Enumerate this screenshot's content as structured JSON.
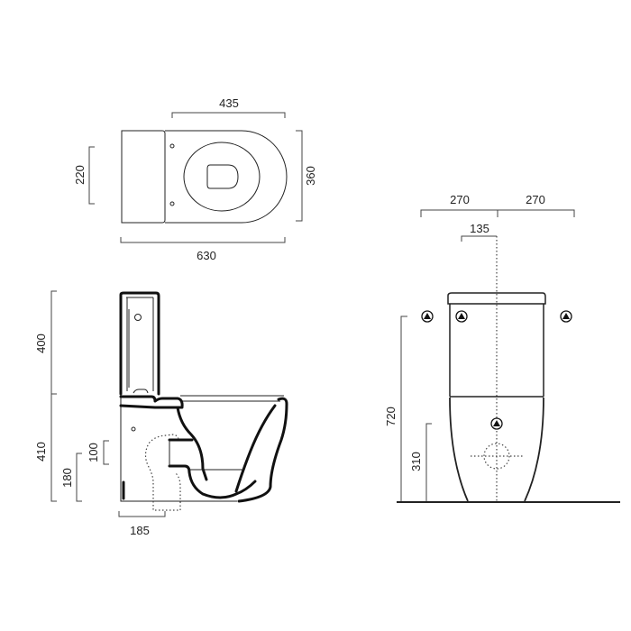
{
  "top_view": {
    "dims": {
      "seat_length": "435",
      "cistern_width": "220",
      "bowl_width": "360",
      "overall_length": "630"
    }
  },
  "side_view": {
    "dims": {
      "cistern_height": "400",
      "bowl_height": "410",
      "outlet_height": "100",
      "outlet_from_floor": "180",
      "outlet_from_wall": "185"
    }
  },
  "front_view": {
    "dims": {
      "left_half_clearance": "270",
      "right_half_clearance": "270",
      "supply_offset": "135",
      "supply_height": "720",
      "floor_supply_height": "310"
    },
    "icons": [
      "water-supply-icon",
      "water-supply-icon",
      "water-supply-icon",
      "water-supply-icon"
    ]
  },
  "colors": {
    "line": "#222222",
    "background": "#ffffff"
  }
}
